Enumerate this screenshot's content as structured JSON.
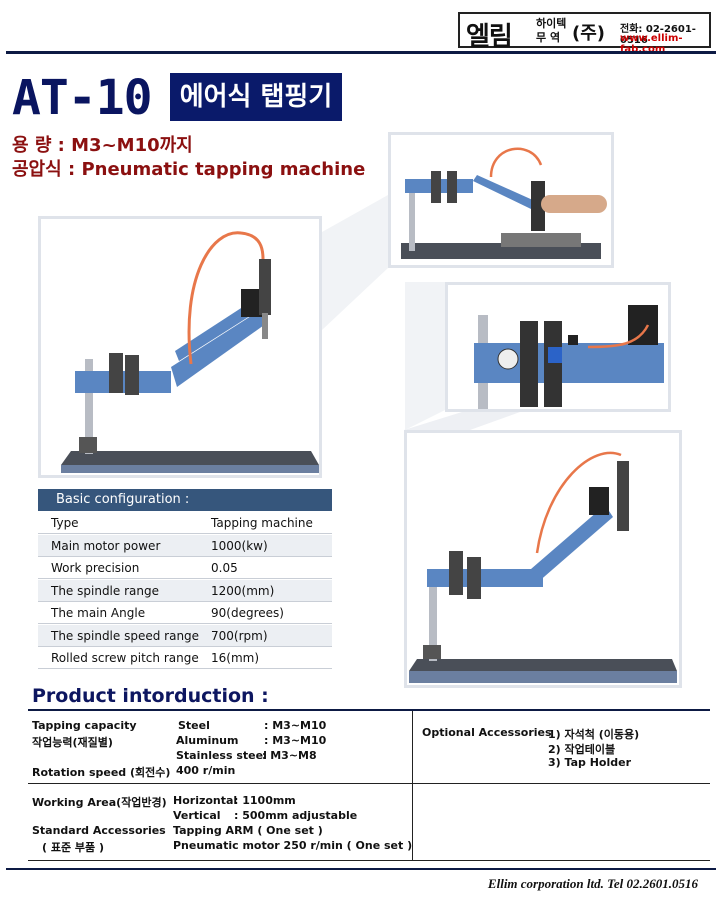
{
  "header": {
    "logo": "엘림",
    "logo_sub_1": "하이텍",
    "logo_sub_2": "무 역",
    "corp": "(주)",
    "tel": "전화: 02-2601-0516",
    "web": "www.ellim-fab.com"
  },
  "title": {
    "model": "AT-10",
    "model_korean": "에어식 탭핑기",
    "capacity_label": "용  량 :",
    "capacity_value": "M3~M10까지",
    "type_label": "공압식 :",
    "type_value": "Pneumatic tapping machine"
  },
  "basic_config": {
    "heading": "Basic configuration :",
    "rows": [
      {
        "key": "Type",
        "value": "Tapping machine"
      },
      {
        "key": "Main motor power",
        "value": "1000(kw)"
      },
      {
        "key": "Work precision",
        "value": "0.05"
      },
      {
        "key": "The spindle range",
        "value": "1200(mm)"
      },
      {
        "key": "The main Angle",
        "value": "90(degrees)"
      },
      {
        "key": "The spindle speed range",
        "value": "700(rpm)"
      },
      {
        "key": "Rolled screw pitch range",
        "value": "16(mm)"
      }
    ]
  },
  "product": {
    "heading": "Product intorduction :",
    "tapping_capacity_en": "Tapping capacity",
    "tapping_capacity_ko": "작업능력(재질별)",
    "steel_label": "Steel",
    "steel_value": ": M3~M10",
    "aluminum_label": "Aluminum",
    "aluminum_value": ": M3~M10",
    "stainless_label": "Stainless steel",
    "stainless_value": ": M3~M8",
    "rotation_label": "Rotation speed (회전수)",
    "rotation_value": "400 r/min",
    "optional_label": "Optional Accessories",
    "optional_1": "1) 자석척 (이동용)",
    "optional_2": "2) 작업테이블",
    "optional_3": "3) Tap Holder",
    "working_area_label": "Working Area(작업반경)",
    "horizontal_label": "Horizontal",
    "horizontal_value": ": 1100mm",
    "vertical_label": "Vertical",
    "vertical_value": ": 500mm adjustable",
    "std_acc_label": "Standard Accessories",
    "std_acc_ko": "( 표준 부품 )",
    "std_acc_1": "Tapping ARM ( One set )",
    "std_acc_2": "Pneumatic motor 250 r/min ( One set )"
  },
  "footer": {
    "text": "Ellim corporation ltd. Tel 02.2601.0516"
  },
  "colors": {
    "navy": "#0a1a6a",
    "machine_blue": "#5a86c2",
    "hose_orange": "#e8774a",
    "config_header": "#36567c"
  }
}
